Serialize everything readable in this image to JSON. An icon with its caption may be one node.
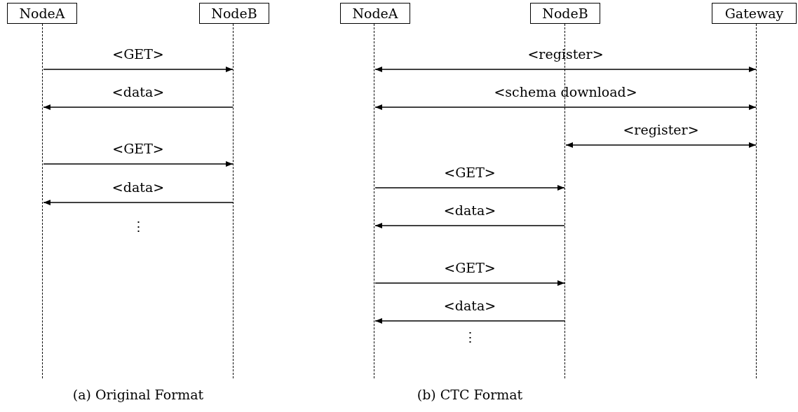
{
  "diagram": {
    "nodes": [
      {
        "text": [
          "NodeA"
        ]
      },
      {
        "text": [
          "NodeB"
        ]
      },
      {
        "text": [
          "NodeA"
        ]
      },
      {
        "text": [
          "NodeB"
        ]
      },
      {
        "text": [
          "Gateway"
        ]
      },
      {
        "text": [],
        "shape": "line"
      },
      {
        "text": [],
        "shape": "line"
      },
      {
        "text": [],
        "shape": "line"
      },
      {
        "text": [],
        "shape": "line"
      },
      {
        "text": [],
        "shape": "line"
      }
    ],
    "edges": [
      {
        "from": 5,
        "to": 6,
        "arrow": "to",
        "label": "<GET>"
      },
      {
        "from": 6,
        "to": 5,
        "arrow": "to",
        "label": "<data>"
      },
      {
        "from": 5,
        "to": 6,
        "arrow": "to",
        "label": "<GET>"
      },
      {
        "from": 6,
        "to": 5,
        "arrow": "to",
        "label": "<data>"
      },
      {
        "from": 7,
        "to": 9,
        "arrow": "both",
        "label": "<register>"
      },
      {
        "from": 7,
        "to": 9,
        "arrow": "both",
        "label": "<schema download>"
      },
      {
        "from": 8,
        "to": 9,
        "arrow": "both",
        "label": "<register>"
      },
      {
        "from": 7,
        "to": 8,
        "arrow": "to",
        "label": "<GET>"
      },
      {
        "from": 8,
        "to": 7,
        "arrow": "to",
        "label": "<data>"
      },
      {
        "from": 7,
        "to": 8,
        "arrow": "to",
        "label": "<GET>"
      },
      {
        "from": 8,
        "to": 7,
        "arrow": "to",
        "label": "<data>"
      }
    ],
    "labels": [
      "⋮",
      "⋮",
      "(a) Original Format",
      "(b) CTC Format"
    ]
  }
}
